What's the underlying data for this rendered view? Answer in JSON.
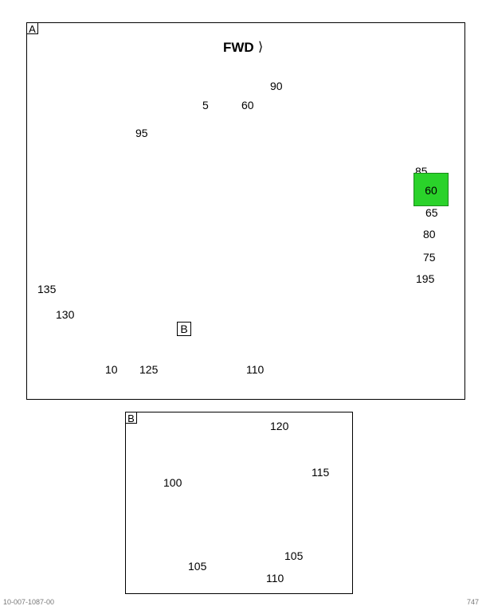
{
  "view_a": {
    "tag": "A",
    "direction_label": "FWD",
    "direction_arrow": "⟩",
    "detail_ref": "B",
    "highlight_callout": "60",
    "callouts": {
      "c5": "5",
      "c60_top": "60",
      "c90": "90",
      "c95": "95",
      "c85": "85",
      "c65": "65",
      "c80": "80",
      "c75": "75",
      "c195": "195",
      "c135": "135",
      "c130": "130",
      "c10": "10",
      "c125": "125",
      "c110": "110"
    }
  },
  "view_b": {
    "tag": "B",
    "callouts": {
      "c120": "120",
      "c100": "100",
      "c115": "115",
      "c105_left": "105",
      "c105_right": "105",
      "c110": "110"
    }
  },
  "footer": {
    "doc_id": "10-007-1087-00",
    "page_ref": "747"
  },
  "colors": {
    "highlight": "#2ad22a",
    "line": "#000000"
  }
}
